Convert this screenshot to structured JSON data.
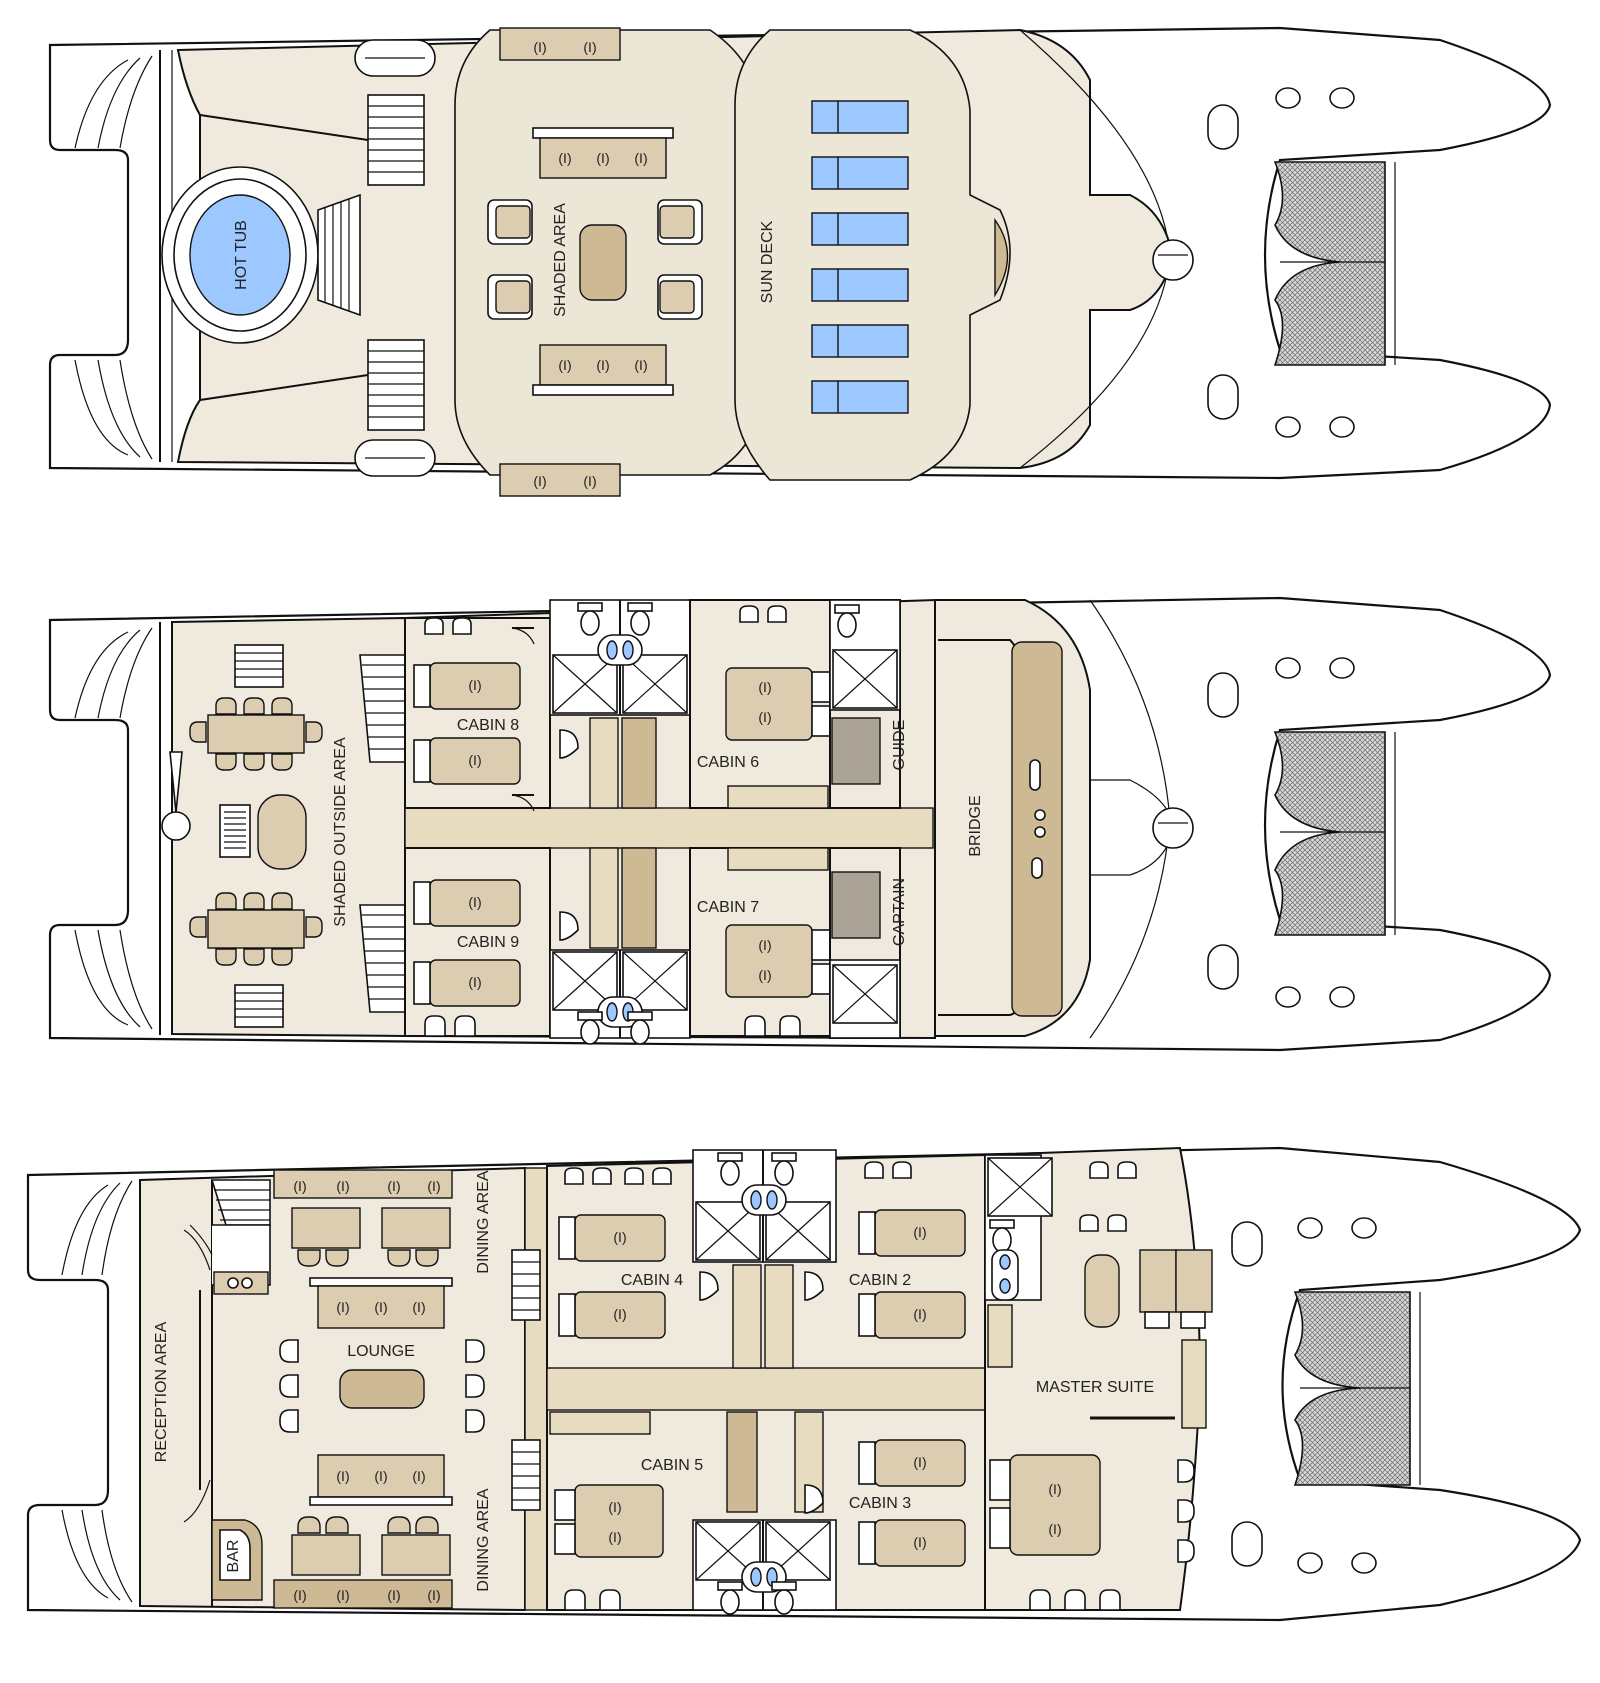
{
  "decks": [
    {
      "id": "sun",
      "labels": {
        "hot_tub": "HOT TUB",
        "shaded_area": "SHADED AREA",
        "sun_deck": "SUN DECK"
      }
    },
    {
      "id": "upper",
      "labels": {
        "shaded_outside": "SHADED OUTSIDE AREA",
        "cabin_8": "CABIN 8",
        "cabin_9": "CABIN 9",
        "cabin_6": "CABIN 6",
        "cabin_7": "CABIN 7",
        "guide": "GUIDE",
        "captain": "CAPTAIN",
        "bridge": "BRIDGE"
      }
    },
    {
      "id": "main",
      "labels": {
        "reception": "RECEPTION AREA",
        "bar": "BAR",
        "lounge": "LOUNGE",
        "dining_top": "DINING AREA",
        "dining_bottom": "DINING AREA",
        "cabin_4": "CABIN 4",
        "cabin_5": "CABIN 5",
        "cabin_2": "CABIN 2",
        "cabin_3": "CABIN 3",
        "master_suite": "MASTER SUITE"
      }
    }
  ]
}
